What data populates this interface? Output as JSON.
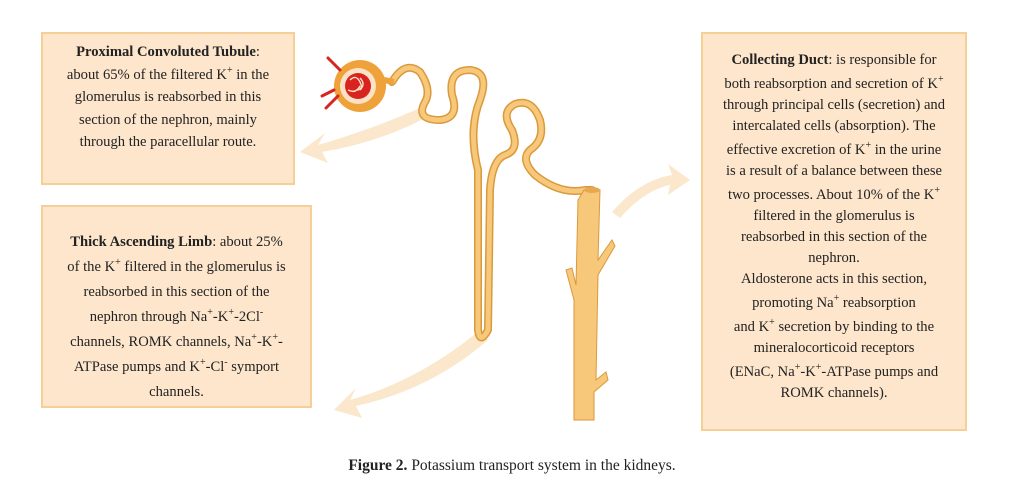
{
  "boxes": {
    "pct": [
      [
        {
          "t": "Proximal Convoluted Tubule",
          "b": true
        },
        {
          "t": ":"
        }
      ],
      [
        {
          "t": "about 65% of the filtered K"
        },
        {
          "t": "+",
          "sup": true
        },
        {
          "t": " in the"
        }
      ],
      [
        {
          "t": "glomerulus is reabsorbed in this"
        }
      ],
      [
        {
          "t": "section of the nephron, mainly"
        }
      ],
      [
        {
          "t": "through the paracellular route."
        }
      ]
    ],
    "tal": [
      [
        {
          "t": "Thick Ascending Limb",
          "b": true
        },
        {
          "t": ": about 25%"
        }
      ],
      [
        {
          "t": "of the K"
        },
        {
          "t": "+",
          "sup": true
        },
        {
          "t": " filtered in the glomerulus is"
        }
      ],
      [
        {
          "t": "reabsorbed in this section of the"
        }
      ],
      [
        {
          "t": "nephron through Na"
        },
        {
          "t": "+",
          "sup": true
        },
        {
          "t": "-K"
        },
        {
          "t": "+",
          "sup": true
        },
        {
          "t": "-2Cl"
        },
        {
          "t": "-",
          "sup": true
        }
      ],
      [
        {
          "t": "channels, ROMK channels, Na"
        },
        {
          "t": "+",
          "sup": true
        },
        {
          "t": "-K"
        },
        {
          "t": "+",
          "sup": true
        },
        {
          "t": "-"
        }
      ],
      [
        {
          "t": "ATPase pumps and K"
        },
        {
          "t": "+",
          "sup": true
        },
        {
          "t": "-Cl"
        },
        {
          "t": "-",
          "sup": true
        },
        {
          "t": " symport"
        }
      ],
      [
        {
          "t": "channels."
        }
      ]
    ],
    "cd": [
      [
        {
          "t": "Collecting Duct",
          "b": true
        },
        {
          "t": ": is responsible for"
        }
      ],
      [
        {
          "t": "both reabsorption and secretion of K"
        },
        {
          "t": "+",
          "sup": true
        }
      ],
      [
        {
          "t": "through principal cells (secretion) and"
        }
      ],
      [
        {
          "t": "intercalated cells (absorption). The"
        }
      ],
      [
        {
          "t": "effective excretion of K"
        },
        {
          "t": "+",
          "sup": true
        },
        {
          "t": " in the urine"
        }
      ],
      [
        {
          "t": "is a result of a balance between these"
        }
      ],
      [
        {
          "t": "two processes. About 10% of the K"
        },
        {
          "t": "+",
          "sup": true
        }
      ],
      [
        {
          "t": "filtered in the glomerulus is"
        }
      ],
      [
        {
          "t": "reabsorbed in this section of the"
        }
      ],
      [
        {
          "t": "nephron."
        }
      ],
      [
        {
          "t": "Aldosterone acts in this section,"
        }
      ],
      [
        {
          "t": "promoting Na"
        },
        {
          "t": "+",
          "sup": true
        },
        {
          "t": " reabsorption"
        }
      ],
      [
        {
          "t": "and K"
        },
        {
          "t": "+",
          "sup": true
        },
        {
          "t": " secretion by binding to the"
        }
      ],
      [
        {
          "t": "mineralocorticoid receptors"
        }
      ],
      [
        {
          "t": "(ENaC, Na"
        },
        {
          "t": "+",
          "sup": true
        },
        {
          "t": "-K"
        },
        {
          "t": "+",
          "sup": true
        },
        {
          "t": "-ATPase pumps  and"
        }
      ],
      [
        {
          "t": "ROMK channels)."
        }
      ]
    ]
  },
  "caption": {
    "label": "Figure 2.",
    "text": " Potassium transport system in the kidneys."
  },
  "colors": {
    "box_fill": "#fde6cc",
    "box_border": "#f6cf96",
    "tubule": "#f7c77a",
    "tubule_edge": "#d99a3c",
    "capsule": "#f0a23a",
    "vessel": "#d8231f"
  }
}
